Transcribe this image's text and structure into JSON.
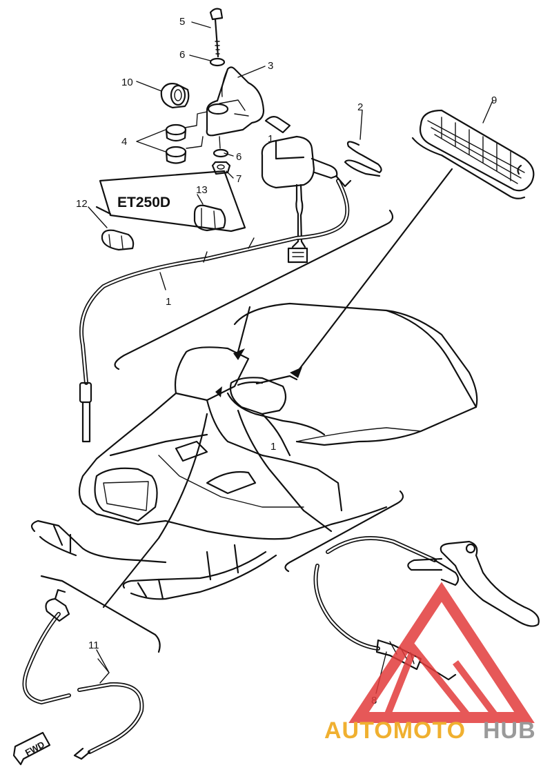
{
  "diagram": {
    "callouts": {
      "c1a": "1",
      "c1b": "1",
      "c1c": "1",
      "c2": "2",
      "c3": "3",
      "c4": "4",
      "c5": "5",
      "c6a": "6",
      "c6b": "6",
      "c7": "7",
      "c8": "8",
      "c9": "9",
      "c10": "10",
      "c11": "11",
      "c12": "12",
      "c13": "13"
    },
    "model_label": "ET250D",
    "front_marker": "FWD"
  },
  "watermark": {
    "part1": "AUTOMOTO",
    "part2": "HUB",
    "colors": {
      "triangle": "#e23b3b",
      "text_primary": "#f0b030",
      "text_secondary": "#9a9a9a"
    }
  }
}
